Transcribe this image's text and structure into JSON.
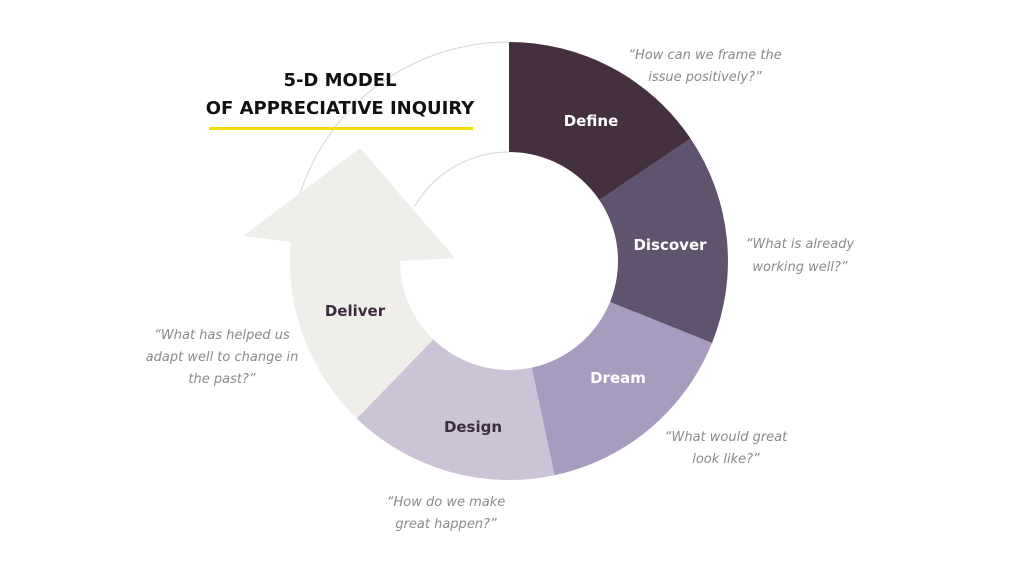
{
  "title": {
    "line1": "5-D MODEL",
    "line2": "OF APPRECIATIVE INQUIRY"
  },
  "colors": {
    "define": "#45303f",
    "discover": "#5f536e",
    "dream": "#a79bbf",
    "design": "#cbc3d6",
    "deliver": "#efeeeb",
    "accent": "#f5d90a"
  },
  "stages": [
    {
      "label": "Define",
      "quote": [
        "“How can we frame the",
        "issue positively?”"
      ]
    },
    {
      "label": "Discover",
      "quote": [
        "“What is already",
        "working well?”"
      ]
    },
    {
      "label": "Dream",
      "quote": [
        "“What would great",
        "look like?”"
      ]
    },
    {
      "label": "Design",
      "quote": [
        "“How do we make",
        "great happen?”"
      ]
    },
    {
      "label": "Deliver",
      "quote": [
        "“What has helped us",
        "adapt well to change in",
        "the past?”"
      ]
    }
  ]
}
